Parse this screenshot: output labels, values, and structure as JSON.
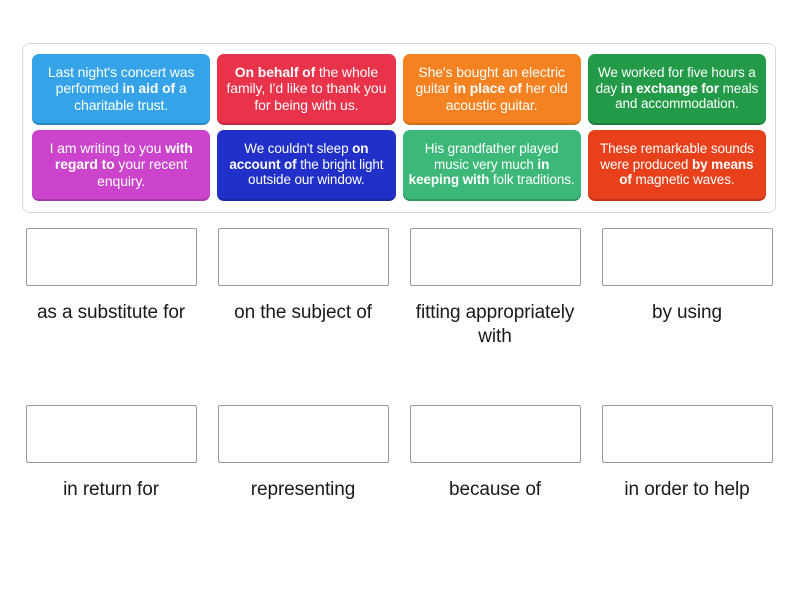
{
  "activity": {
    "type": "match-up-drag-and-drop",
    "tile_tray": {
      "rows": [
        [
          {
            "id": "tile-in-aid-of",
            "color": "#35a3e8",
            "shadow": "#2b8ac4",
            "font_size": "14px",
            "parts": [
              {
                "text": "Last night's concert was performed ",
                "bold": false
              },
              {
                "text": "in aid of",
                "bold": true
              },
              {
                "text": " a charitable trust.",
                "bold": false
              }
            ],
            "plain": "Last night's concert was performed in aid of a charitable trust."
          },
          {
            "id": "tile-on-behalf-of",
            "color": "#e8334a",
            "shadow": "#c42a3d",
            "font_size": "14px",
            "parts": [
              {
                "text": "On behalf of",
                "bold": true
              },
              {
                "text": " the whole family, I'd like to thank you for being with us.",
                "bold": false
              }
            ],
            "plain": "On behalf of the whole family, I'd like to thank you for being with us."
          },
          {
            "id": "tile-in-place-of",
            "color": "#f58220",
            "shadow": "#d26d16",
            "font_size": "14px",
            "parts": [
              {
                "text": "She's bought an electric guitar ",
                "bold": false
              },
              {
                "text": "in place of",
                "bold": true
              },
              {
                "text": " her old acoustic guitar.",
                "bold": false
              }
            ],
            "plain": "She's bought an electric guitar in place of her old acoustic guitar."
          },
          {
            "id": "tile-in-exchange-for",
            "color": "#229a48",
            "shadow": "#1b7d3a",
            "font_size": "13.5px",
            "parts": [
              {
                "text": "We worked for five hours a day ",
                "bold": false
              },
              {
                "text": "in exchange for",
                "bold": true
              },
              {
                "text": " meals and accommodation.",
                "bold": false
              }
            ],
            "plain": "We worked for five hours a day in exchange for meals and accommodation."
          }
        ],
        [
          {
            "id": "tile-with-regard-to",
            "color": "#cc44cc",
            "shadow": "#a936a9",
            "font_size": "14px",
            "parts": [
              {
                "text": "I am writing to you ",
                "bold": false
              },
              {
                "text": "with regard to",
                "bold": true
              },
              {
                "text": " your recent enquiry.",
                "bold": false
              }
            ],
            "plain": "I am writing to you with regard to your recent enquiry."
          },
          {
            "id": "tile-on-account-of",
            "color": "#2030c8",
            "shadow": "#1a27a3",
            "font_size": "13.5px",
            "parts": [
              {
                "text": "We couldn't sleep ",
                "bold": false
              },
              {
                "text": "on account of",
                "bold": true
              },
              {
                "text": " the bright light outside our window.",
                "bold": false
              }
            ],
            "plain": "We couldn't sleep on account of the bright light outside our window."
          },
          {
            "id": "tile-in-keeping-with",
            "color": "#3cb878",
            "shadow": "#309761",
            "font_size": "13.5px",
            "parts": [
              {
                "text": "His grandfather played music very much ",
                "bold": false
              },
              {
                "text": "in keeping with",
                "bold": true
              },
              {
                "text": " folk traditions.",
                "bold": false
              }
            ],
            "plain": "His grandfather played music very much in keeping with folk traditions."
          },
          {
            "id": "tile-by-means-of",
            "color": "#e8401a",
            "shadow": "#c43414",
            "font_size": "13.5px",
            "parts": [
              {
                "text": "These remarkable sounds were produced ",
                "bold": false
              },
              {
                "text": "by means of",
                "bold": true
              },
              {
                "text": " magnetic waves.",
                "bold": false
              }
            ],
            "plain": "These remarkable sounds were produced by means of magnetic waves."
          }
        ]
      ]
    },
    "answers": {
      "rows": [
        [
          {
            "id": "slot-as-a-substitute-for",
            "label": "as a substitute for",
            "value": ""
          },
          {
            "id": "slot-on-the-subject-of",
            "label": "on the subject of",
            "value": ""
          },
          {
            "id": "slot-fitting-appropriately-with",
            "label": "fitting appropriately with",
            "value": ""
          },
          {
            "id": "slot-by-using",
            "label": "by using",
            "value": ""
          }
        ],
        [
          {
            "id": "slot-in-return-for",
            "label": "in return for",
            "value": ""
          },
          {
            "id": "slot-representing",
            "label": "representing",
            "value": ""
          },
          {
            "id": "slot-because-of",
            "label": "because of",
            "value": ""
          },
          {
            "id": "slot-in-order-to-help",
            "label": "in order to help",
            "value": ""
          }
        ]
      ]
    }
  },
  "colors": {
    "page_background": "#ffffff",
    "tray_border": "#d9d9d9",
    "drop_box_border": "#9a9a9a",
    "label_text": "#1a1a1a",
    "tile_text": "#ffffff"
  }
}
